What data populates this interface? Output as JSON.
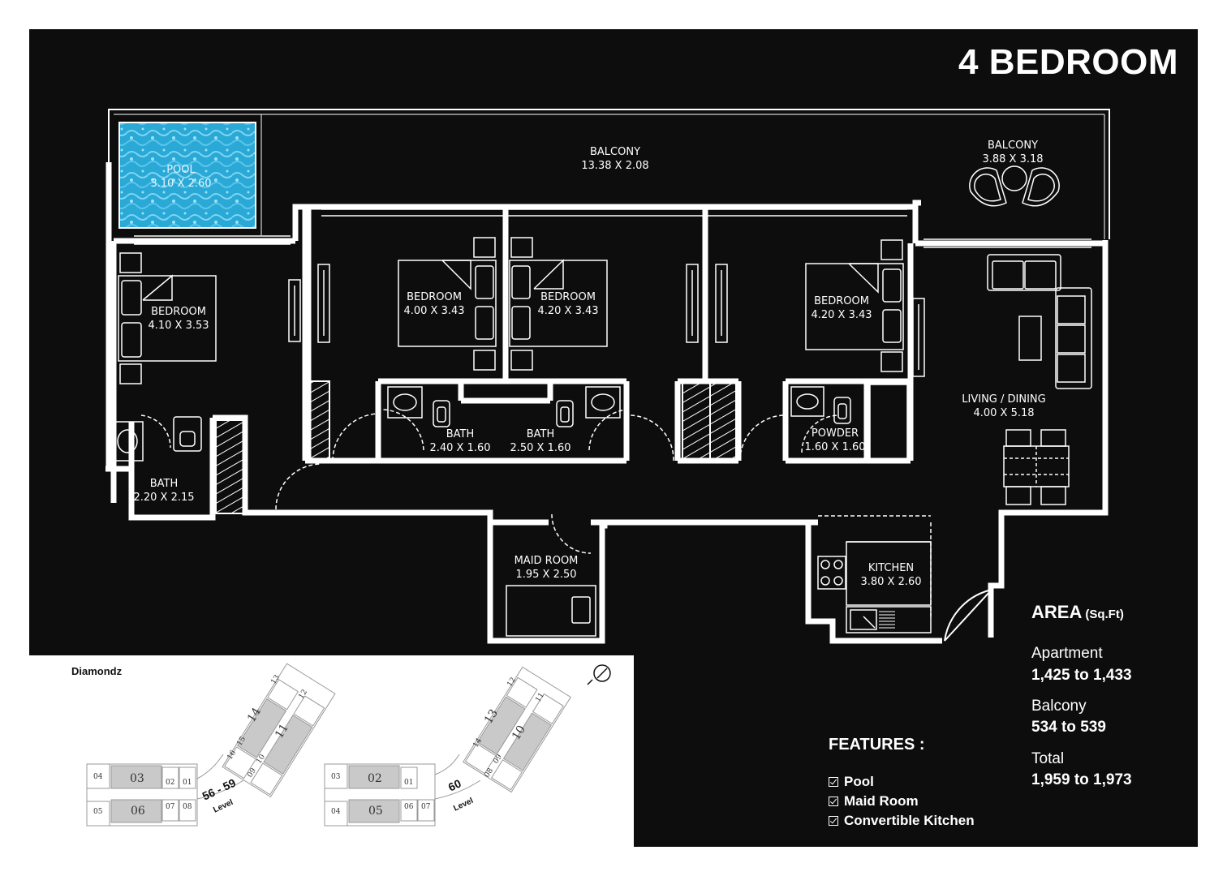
{
  "title": "4 BEDROOM",
  "rooms": {
    "pool": {
      "name": "POOL",
      "size": "3.10 X 2.60"
    },
    "balcony_main": {
      "name": "BALCONY",
      "size": "13.38 X 2.08"
    },
    "balcony_side": {
      "name": "BALCONY",
      "size": "3.88 X 3.18"
    },
    "bedroom1": {
      "name": "BEDROOM",
      "size": "4.10 X 3.53"
    },
    "bedroom2": {
      "name": "BEDROOM",
      "size": "4.00 X 3.43"
    },
    "bedroom3": {
      "name": "BEDROOM",
      "size": "4.20 X 3.43"
    },
    "bedroom4": {
      "name": "BEDROOM",
      "size": "4.20 X 3.43"
    },
    "bath1": {
      "name": "BATH",
      "size": "2.20 X 2.15"
    },
    "bath2": {
      "name": "BATH",
      "size": "2.40 X 1.60"
    },
    "bath3": {
      "name": "BATH",
      "size": "2.50 X 1.60"
    },
    "powder": {
      "name": "POWDER",
      "size": "1.60 X 1.60"
    },
    "living": {
      "name": "LIVING / DINING",
      "size": "4.00 X 5.18"
    },
    "maid": {
      "name": "MAID ROOM",
      "size": "1.95 X 2.50"
    },
    "kitchen": {
      "name": "KITCHEN",
      "size": "3.80 X 2.60"
    }
  },
  "area": {
    "heading": "AREA",
    "unit": "(Sq.Ft)",
    "apartment_label": "Apartment",
    "apartment_value": "1,425 to 1,433",
    "balcony_label": "Balcony",
    "balcony_value": "534 to 539",
    "total_label": "Total",
    "total_value": "1,959 to 1,973"
  },
  "features": {
    "heading": "FEATURES :",
    "items": [
      "Pool",
      "Maid Room",
      "Convertible Kitchen"
    ]
  },
  "keyplan": {
    "brand": "Diamondz",
    "plan_a": {
      "level_range": "56 - 59",
      "level_word": "Level",
      "units": [
        "04",
        "03",
        "02",
        "01",
        "05",
        "06",
        "07",
        "08",
        "16",
        "15",
        "14",
        "13",
        "12",
        "11",
        "10",
        "09"
      ]
    },
    "plan_b": {
      "level_range": "60",
      "level_word": "Level",
      "units": [
        "03",
        "02",
        "01",
        "04",
        "05",
        "06",
        "07",
        "08",
        "14",
        "13",
        "12",
        "11",
        "10",
        "09"
      ]
    }
  },
  "colors": {
    "background": "#0d0d0d",
    "walls": "#ffffff",
    "pool": "#2aa8d6",
    "keyplan_fill": "#c9c9c9"
  }
}
